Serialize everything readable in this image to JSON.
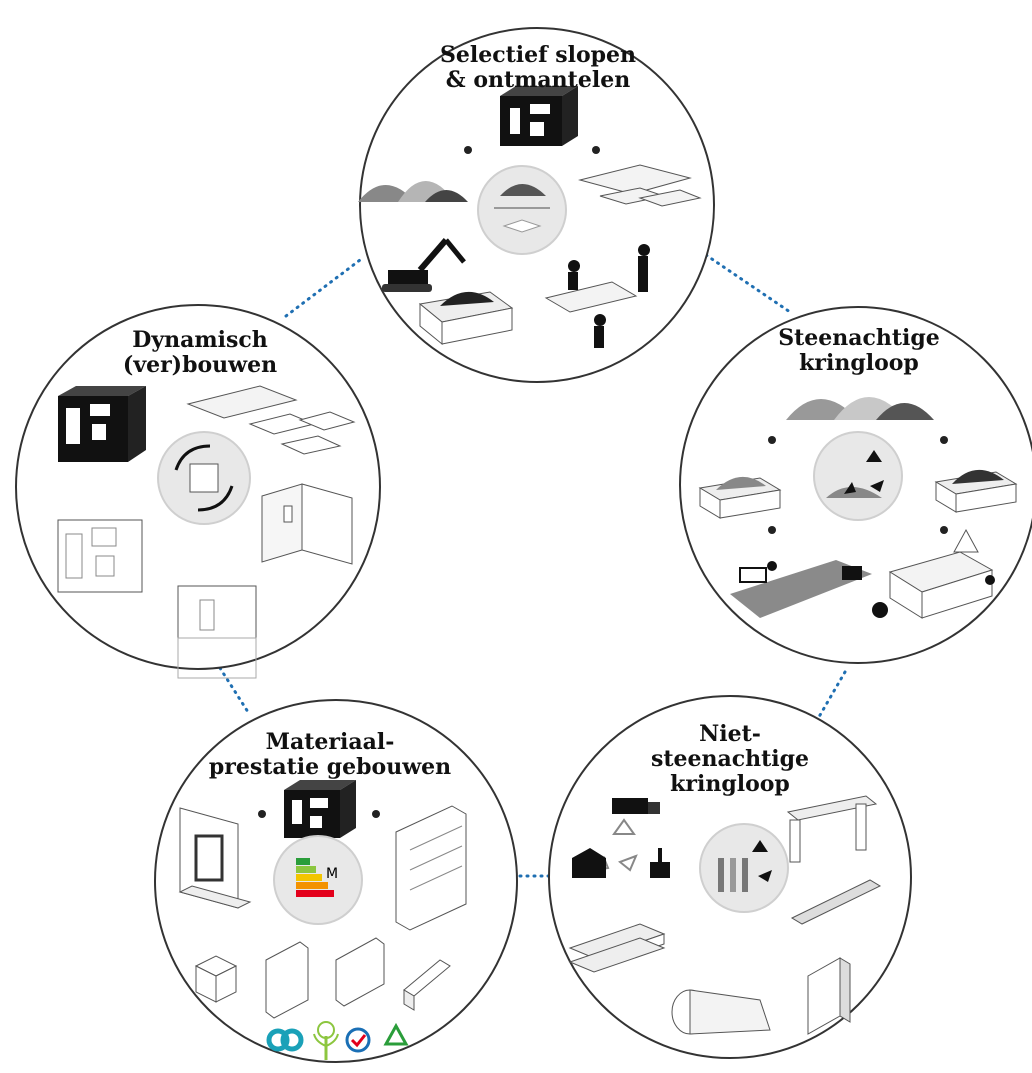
{
  "nodes": [
    {
      "id": "selectief",
      "title": "Selectief slopen\n& ontmantelen"
    },
    {
      "id": "steen",
      "title": "Steenachtige\nkringloop"
    },
    {
      "id": "nietsteen",
      "title": "Niet-\nsteenachtige\nkringloop"
    },
    {
      "id": "materiaal",
      "title": "Materiaal-\nprestatie gebouwen"
    },
    {
      "id": "dynamisch",
      "title": "Dynamisch\n(ver)bouwen"
    }
  ],
  "energy_label_letter": "M",
  "colors": {
    "outline": "#333333",
    "connector": "#1f6fb2",
    "hub": "#e8e8e8",
    "energy": [
      "#2a9d3a",
      "#8cc63f",
      "#f2c500",
      "#f39200",
      "#e3001b"
    ]
  },
  "icons": {
    "hub_selectief": "rubble-separation-icon",
    "hub_steen": "recycle-rubble-icon",
    "hub_nietsteen": "recycle-panels-icon",
    "hub_materiaal": "energy-label-icon",
    "hub_dynamisch": "rotate-building-icon",
    "certification": [
      "circularity-icon",
      "plant-icon",
      "check-seal-icon",
      "leaf-recycle-icon"
    ]
  }
}
